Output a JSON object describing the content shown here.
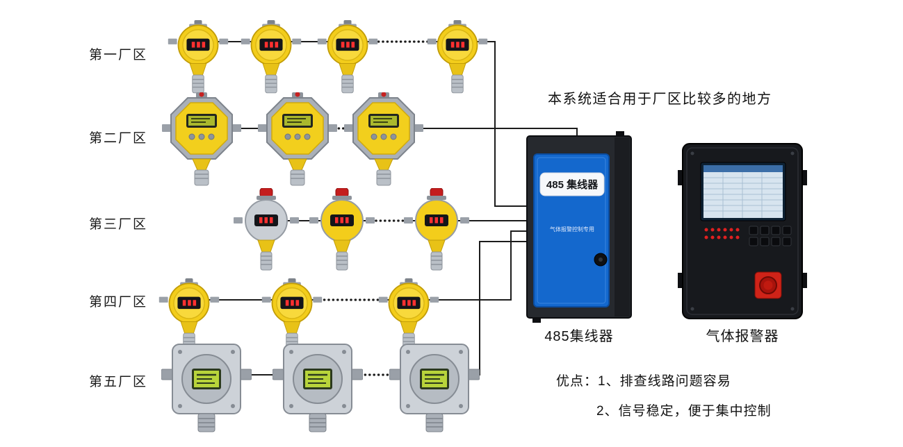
{
  "notes": {
    "suitability": "本系统适合用于厂区比较多的地方",
    "advantages_prefix": "优点：",
    "advantages": [
      "1、排查线路问题容易",
      "2、信号稳定，便于集中控制"
    ]
  },
  "zones": [
    {
      "label": "第一厂区",
      "detector_count": 4,
      "detector_type": "yellow-round-point-detector"
    },
    {
      "label": "第二厂区",
      "detector_count": 3,
      "detector_type": "yellow-shell-display-detector"
    },
    {
      "label": "第三厂区",
      "detector_count": 3,
      "detector_type": "red-beacon-detector"
    },
    {
      "label": "第四厂区",
      "detector_count": 3,
      "detector_type": "yellow-round-point-detector"
    },
    {
      "label": "第五厂区",
      "detector_count": 3,
      "detector_type": "square-transmitter-detector"
    }
  ],
  "hub": {
    "caption": "485集线器",
    "panel_label": "485 集线器",
    "panel_note": "气体报警控制专用",
    "panel_color": "#1468cd"
  },
  "alarm_panel": {
    "caption": "气体报警器"
  },
  "colors": {
    "detector_yellow": "#f3cd1b",
    "beacon_red": "#c41d1d",
    "digit_red": "#ff3030",
    "lcd_green": "#b8d43b",
    "hub_panel_blue": "#1468cd",
    "wire_black": "#1c1c1c"
  }
}
